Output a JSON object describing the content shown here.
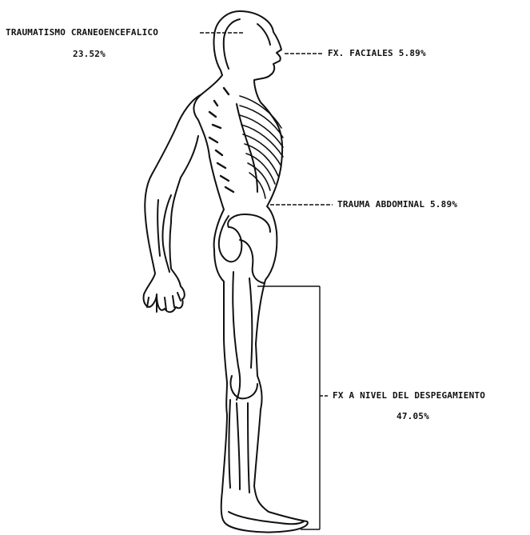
{
  "labels": {
    "head_trauma": {
      "name": "TRAUMATISMO CRANEOENCEFALICO",
      "percent": "23.52%"
    },
    "facial_fx": {
      "text": "FX. FACIALES 5.89%"
    },
    "abdominal": {
      "text": "TRAUMA ABDOMINAL 5.89%"
    },
    "detachment_fx": {
      "name": "FX A NIVEL DEL DESPEGAMIENTO",
      "percent": "47.05%"
    }
  },
  "colors": {
    "ink": "#111111",
    "background": "#ffffff"
  }
}
